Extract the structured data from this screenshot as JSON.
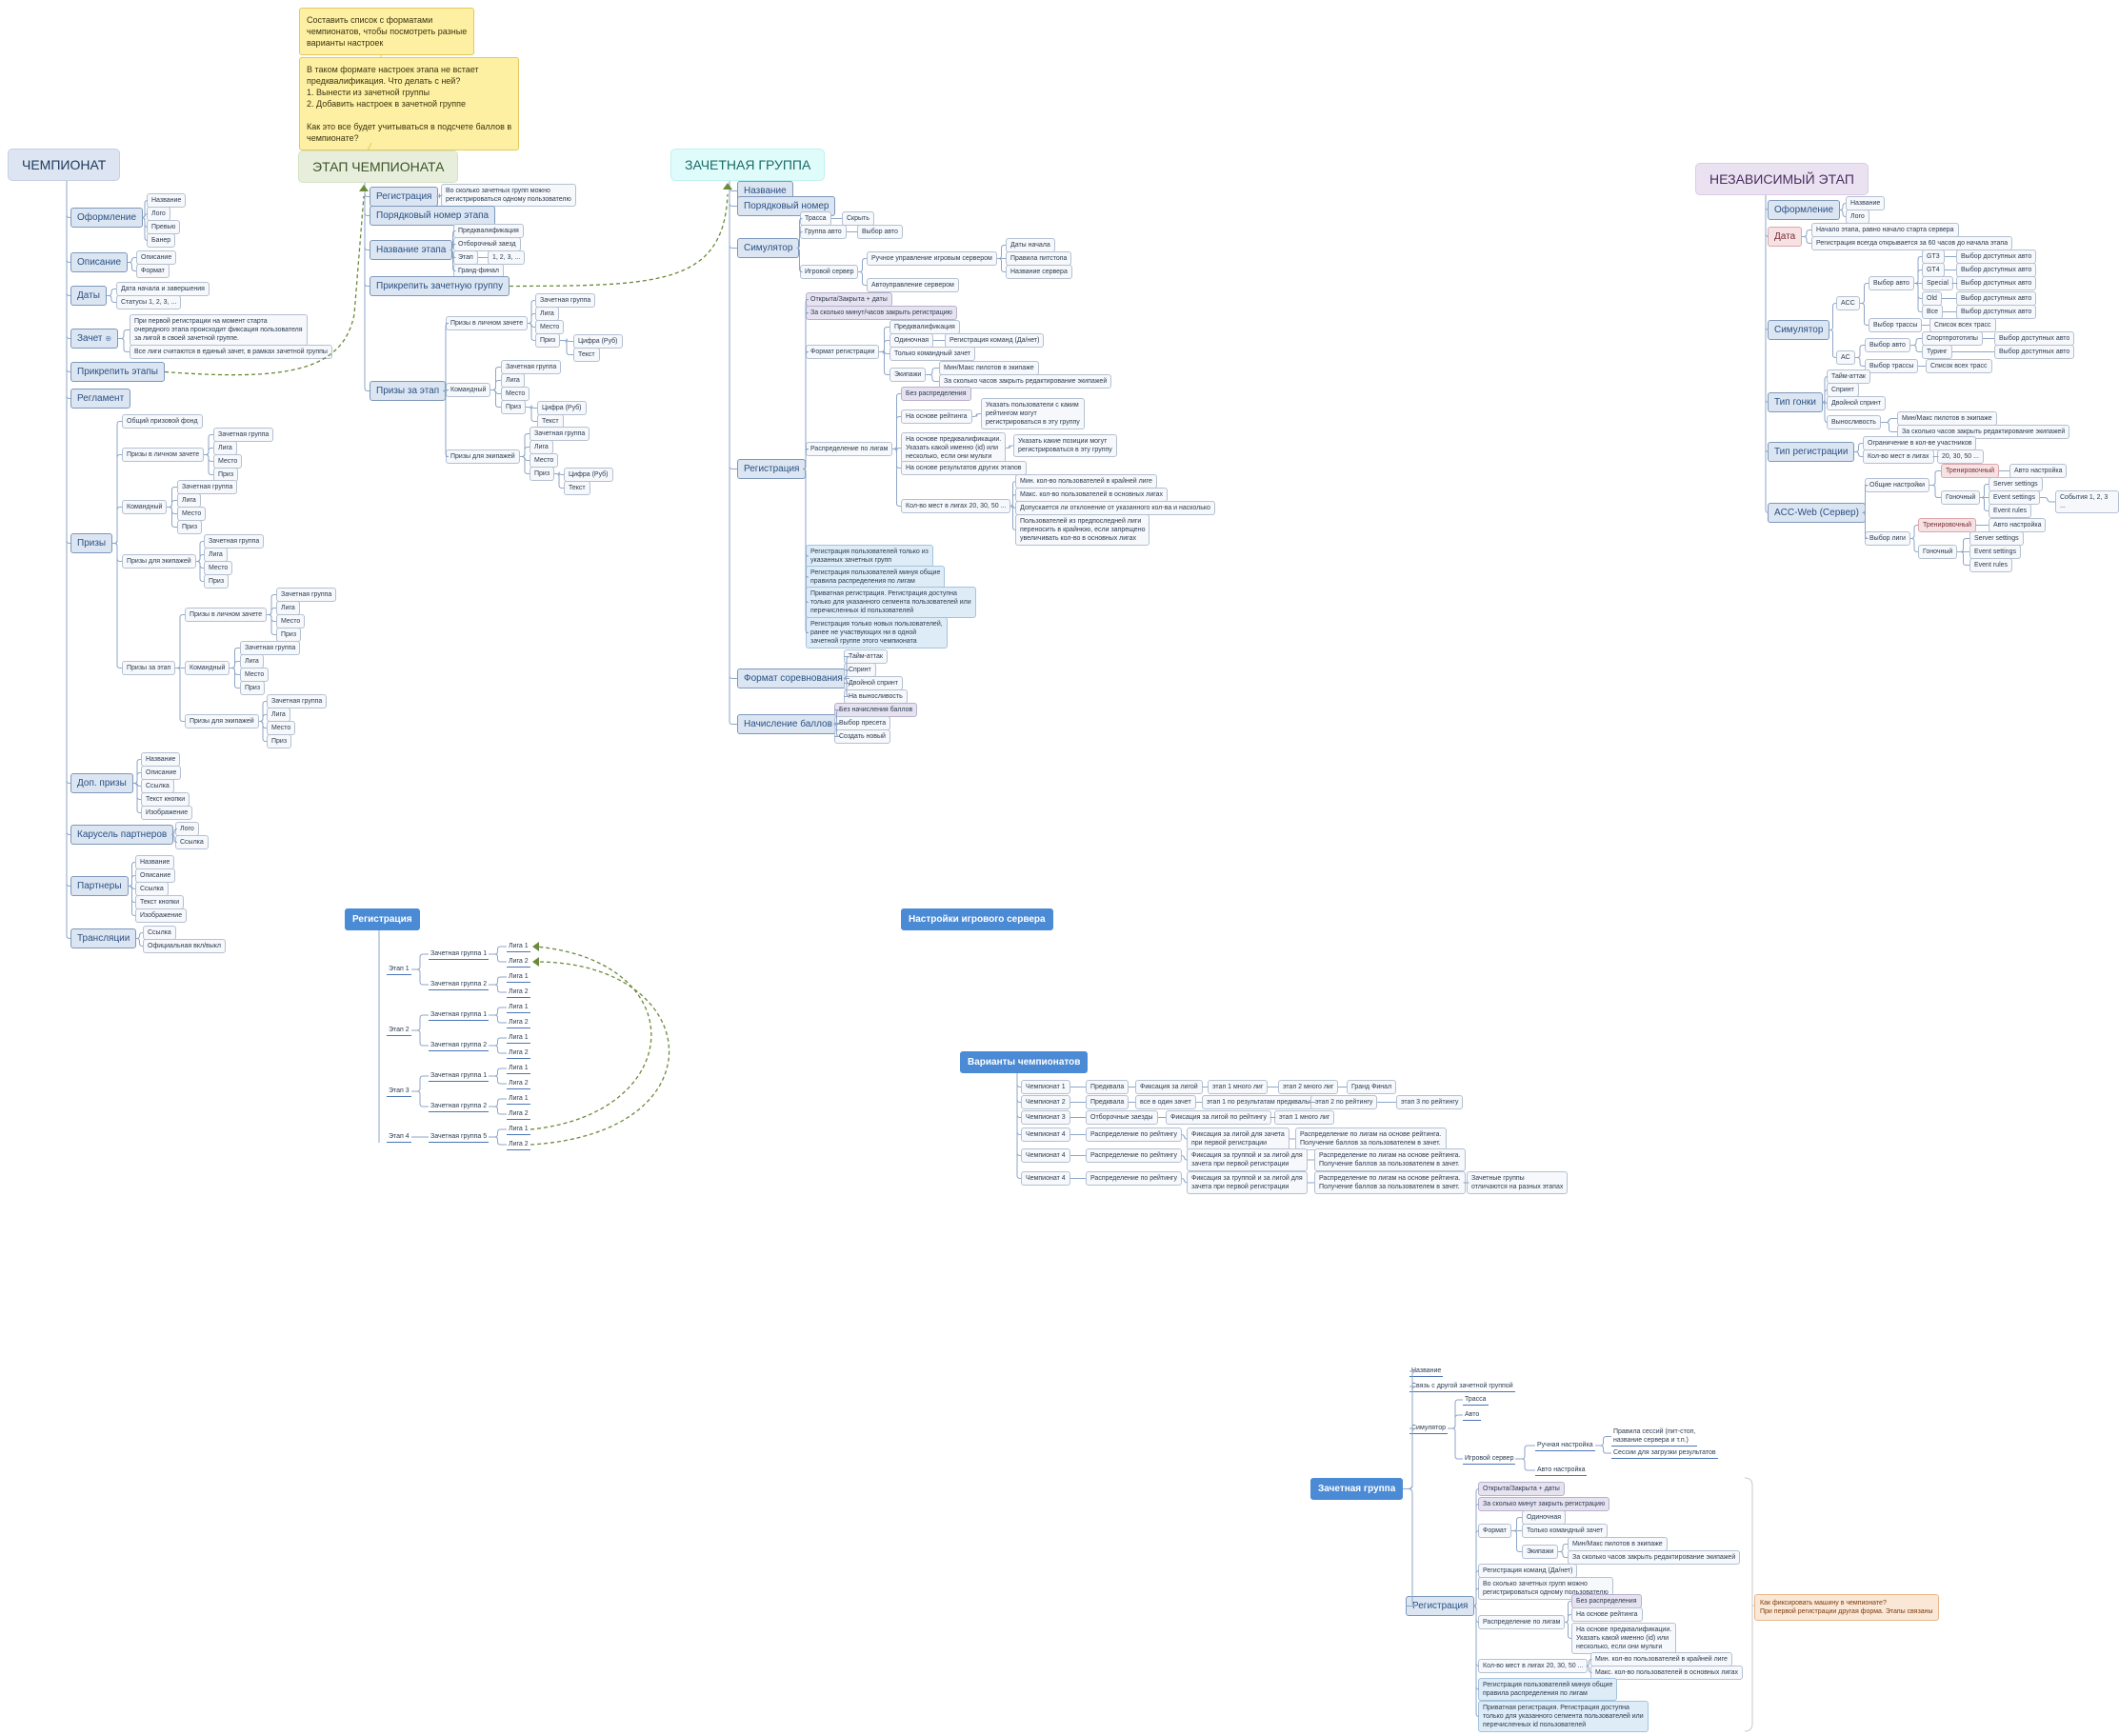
{
  "colors": {
    "line": "#8da6c8",
    "accent": "#4b8ad4",
    "dashed": "#6c8a3b"
  },
  "champ": {
    "title": "ЧЕМПИОНАТ",
    "branches": [
      {
        "label": "Оформление",
        "children": [
          "Название",
          "Лого",
          "Превью",
          "Банер"
        ]
      },
      {
        "label": "Описание",
        "children": [
          "Описание",
          "Формат"
        ]
      },
      {
        "label": "Даты",
        "children": [
          "Дата начала и завершения",
          "Статусы 1, 2, 3, ..."
        ]
      },
      {
        "label": "Зачет",
        "badge": "⊕",
        "children": [
          "При первой регистрации на момент старта\nочередного этапа происходит фиксация пользователя\nза лигой в своей зачетной группе.",
          "Все лиги считаются в единый зачет, в рамках зачетной группы"
        ]
      },
      {
        "label": "Прикрепить этапы",
        "children": []
      },
      {
        "label": "Регламент",
        "children": []
      },
      {
        "label": "Призы",
        "children": []
      },
      {
        "label": "Доп. призы",
        "children": [
          "Название",
          "Описание",
          "Ссылка",
          "Текст кнопки",
          "Изображение"
        ]
      },
      {
        "label": "Карусель партнеров",
        "children": [
          "Лого",
          "Ссылка"
        ]
      },
      {
        "label": "Партнеры",
        "children": [
          "Название",
          "Описание",
          "Ссылка",
          "Текст кнопки",
          "Изображение"
        ]
      },
      {
        "label": "Трансляции",
        "children": [
          "Ссылка",
          "Официальная вкл/выкл"
        ]
      }
    ],
    "prizes": {
      "general": "Общий призовой фонд",
      "personal": "Призы в личном зачете",
      "team": "Командный",
      "crew": "Призы для экипажей",
      "stage": "Призы за этап",
      "items_group": [
        "Зачетная группа",
        "Лига",
        "Место",
        "Приз"
      ]
    }
  },
  "stage": {
    "title": "ЭТАП ЧЕМПИОНАТА",
    "note1": "Составить список с форматами\nчемпионатов, чтобы посмотреть разные\nварианты настроек",
    "note2": "В таком формате настроек этапа не встает\nпредквалификация. Что делать с ней?\n1. Вынести из зачетной группы\n2. Добавить настроек в зачетной группе\n\nКак это все будет учитываться в подсчете баллов в\nчемпионате?",
    "reg": "Регистрация",
    "reg_child": "Во сколько зачетных групп можно\nрегистрироваться одному пользователю",
    "order": "Порядковый номер этапа",
    "name": "Название этапа",
    "name_children": [
      "Предквалификация",
      "Отборочный заезд",
      "Этап",
      "Гранд-финал"
    ],
    "etap_num": "1, 2, 3, ...",
    "attach": "Прикрепить зачетную группу",
    "prizes": "Призы за этап",
    "personal": "Призы в личном зачете",
    "team": "Командный",
    "crew": "Призы для экипажей",
    "items": [
      "Зачетная группа",
      "Лига",
      "Место",
      "Приз"
    ],
    "prize_vals": [
      "Цифра (Руб)",
      "Текст"
    ]
  },
  "group": {
    "title": "ЗАЧЕТНАЯ ГРУППА",
    "name": "Название",
    "order": "Порядковый номер",
    "sim": "Симулятор",
    "track": "Трасса",
    "hidden": "Скрыть",
    "car_group": "Группа авто",
    "car_pick": "Выбор авто",
    "game_server": "Игровой сервер",
    "manual": "Ручное управление игровым сервером",
    "manual_children": [
      "Даты начала",
      "Правила питстопа",
      "Название сервера"
    ],
    "auto": "Автоуправление сервером",
    "reg": "Регистрация",
    "open": "Открыта/Закрыта + даты",
    "close_min": "За сколько минут/часов закрыть регистрацию",
    "format_reg": "Формат регистрации",
    "prequal": "Предквалификация",
    "single": "Одиночная",
    "team_reg": "Регистрация команд (Да/нет)",
    "team_only": "Только командный зачет",
    "crews": "Экипажи",
    "crews_children": [
      "Мин/Макс пилотов в экипаже",
      "За сколько часов закрыть редактирование экипажей"
    ],
    "distrib": "Распределение по лигам",
    "no_distrib": "Без распределения",
    "by_rating": "На основе рейтинга",
    "by_rating_child": "Указать пользователи с каким\nрейтингом могут\nрегистрироваться в эту группу",
    "by_prequal": "На основе предквалификации.\nУказать какой именно (id) или\nнесколько, если они мульти",
    "by_prequal_child": "Указать какие позиции могут\nрегистрироваться в эту группу",
    "by_other": "На основе результатов других этапов",
    "league_seats": "Кол-во мест в лигах 20, 30, 50 ...",
    "league_children": [
      "Мин. кол-во пользователей в крайней лиге",
      "Макс. кол-во пользователей в основных лигах",
      "Допускается ли отклонение от указанного кол-ва и насколько",
      "Пользователей из предпоследней лиги\nпереносить в крайнюю, если запрещено\nувеличивать кол-во в основных лигах"
    ],
    "reg_notes": [
      "Регистрация пользователей только из\nуказанных зачетных групп",
      "Регистрация пользователей минуя общие\nправила распределения по лигам",
      "Приватная регистрация. Регистрация доступна\nтолько для указанного сегмента пользователей или\nперечисленных id пользователей",
      "Регистрация только новых пользователей,\nранее не участвующих ни в одной\nзачетной группе этого чемпионата"
    ],
    "comp_format": "Формат соревнования",
    "comp_children": [
      "Тайм-аттак",
      "Спринт",
      "Двойной спринт",
      "На выносливость"
    ],
    "points": "Начисление баллов",
    "points_children": [
      "Без начисления баллов",
      "Выбор пресета",
      "Создать новый"
    ]
  },
  "indep": {
    "title": "НЕЗАВИСИМЫЙ ЭТАП",
    "design": "Оформление",
    "design_children": [
      "Название",
      "Лого"
    ],
    "date": "Дата",
    "date_children": [
      "Начало этапа, равно начало старта сервера",
      "Регистрация всегда открывается за 60 часов до начала этапа"
    ],
    "sim": "Симулятор",
    "acc": "ACC",
    "ac": "AC",
    "car_pick": "Выбор авто",
    "acc_cars": [
      "GT3",
      "GT4",
      "Special",
      "Old",
      "Все"
    ],
    "avail": "Выбор доступных авто",
    "track_pick": "Выбор трассы",
    "all_tracks": "Список всех трасс",
    "ac_cars": [
      "Спортпрототипы",
      "Туринг"
    ],
    "race_type": "Тип гонки",
    "race_children": [
      "Тайм-аттак",
      "Спринт",
      "Двойной спринт",
      "Выносливость"
    ],
    "endurance_children": [
      "Мин/Макс пилотов в экипаже",
      "За сколько часов закрыть редактирование экипажей"
    ],
    "reg_type": "Тип регистрации",
    "reg_children": [
      "Ограничение в кол-ве участников",
      "Кол-во мест в лигах"
    ],
    "seats_val": "20, 30, 50 ...",
    "accweb": "ACC-Web (Сервер)",
    "general": "Общие настройки",
    "league_pick": "Выбор лиги",
    "training": "Тренировочный",
    "race": "Гоночный",
    "auto_set": "Авто настройка",
    "server_set": "Server settings",
    "event_set": "Event settings",
    "event_rules": "Event rules",
    "events": "События 1, 2, 3 ..."
  },
  "regblock": {
    "title": "Регистрация",
    "stages": [
      "Этап 1",
      "Этап 2",
      "Этап 3",
      "Этап 4"
    ],
    "groups": [
      "Зачетная группа 1",
      "Зачетная группа 2",
      "Зачетная группа 5"
    ],
    "leagues": [
      "Лига 1",
      "Лига 2"
    ]
  },
  "server_block": "Настройки игрового сервера",
  "variants": {
    "title": "Варианты чемпионатов",
    "rows": [
      [
        "Чемпионат 1",
        "Предквала",
        "Фиксация за лигой",
        "этап 1 много лиг",
        "этап 2 много лиг",
        "Гранд Финал"
      ],
      [
        "Чемпионат 2",
        "Предквала",
        "все в один зачет",
        "этап 1 по результатам предквалы",
        "этап 2 по рейтингу",
        "этап 3 по рейтингу"
      ],
      [
        "Чемпионат 3",
        "Отборочные заезды",
        "Фиксация за лигой по рейтингу",
        "этап 1 много лиг"
      ],
      [
        "Чемпионат 4",
        "Распределение по рейтингу",
        "Фиксация за лигой для зачета\nпри первой регистрации",
        "Распределение по лигам на основе рейтинга.\nПолучение баллов за пользователем в зачет."
      ],
      [
        "Чемпионат 4",
        "Распределение по рейтингу",
        "Фиксация за группой и за лигой для\nзачета при первой регистрации",
        "Распределение по лигам на основе рейтинга.\nПолучение баллов за пользователем в зачет."
      ],
      [
        "Чемпионат 4",
        "Распределение по рейтингу",
        "Фиксация за группой и за лигой для\nзачета при первой регистрации",
        "Распределение по лигам на основе рейтинга.\nПолучение баллов за пользователем в зачет.",
        "Зачетные группы\nотличаются на разных этапах"
      ]
    ]
  },
  "group2": {
    "title": "Зачетная группа",
    "name": "Название",
    "link": "Связь с другой зачетной группой",
    "sim": "Симулятор",
    "track": "Трасса",
    "auto": "Авто",
    "server": "Игровой сервер",
    "manual": "Ручная настройка",
    "manual_children": [
      "Правила сессий (пит-стоп,\nназвание сервера и т.п.)",
      "Сессии для загрузки результатов"
    ],
    "auto_set": "Авто настройка",
    "reg": "Регистрация",
    "open": "Открыта/Закрыта + даты",
    "close_min": "За сколько минут закрыть регистрацию",
    "format": "Формат",
    "single": "Одиночная",
    "team_only": "Только командный зачет",
    "crews": "Экипажи",
    "crews_children": [
      "Мин/Макс пилотов в экипаже",
      "За сколько часов закрыть редактирование экипажей"
    ],
    "team_reg": "Регистрация команд (Да/нет)",
    "how_many": "Во сколько зачетных групп можно\nрегистрироваться одному пользователю",
    "distrib": "Распределение по лигам",
    "distrib_children": [
      "Без распределения",
      "На основе рейтинга",
      "На основе предквалификации.\nУказать какой именно (id) или\nнесколько, если они мульти"
    ],
    "seats": "Кол-во мест в лигах 20, 30, 50 ...",
    "seats_children": [
      "Мин. кол-во пользователей в крайней лиге",
      "Макс. кол-во пользователей в основных лигах"
    ],
    "notes": [
      "Регистрация пользователей минуя общие\nправила распределения по лигам",
      "Приватная регистрация. Регистрация доступна\nтолько для указанного сегмента пользователей или\nперечисленных id пользователей"
    ],
    "callout": "Как фиксировать машину в чемпионате?\nПри первой регистрации другая форма. Этапы связаны"
  }
}
